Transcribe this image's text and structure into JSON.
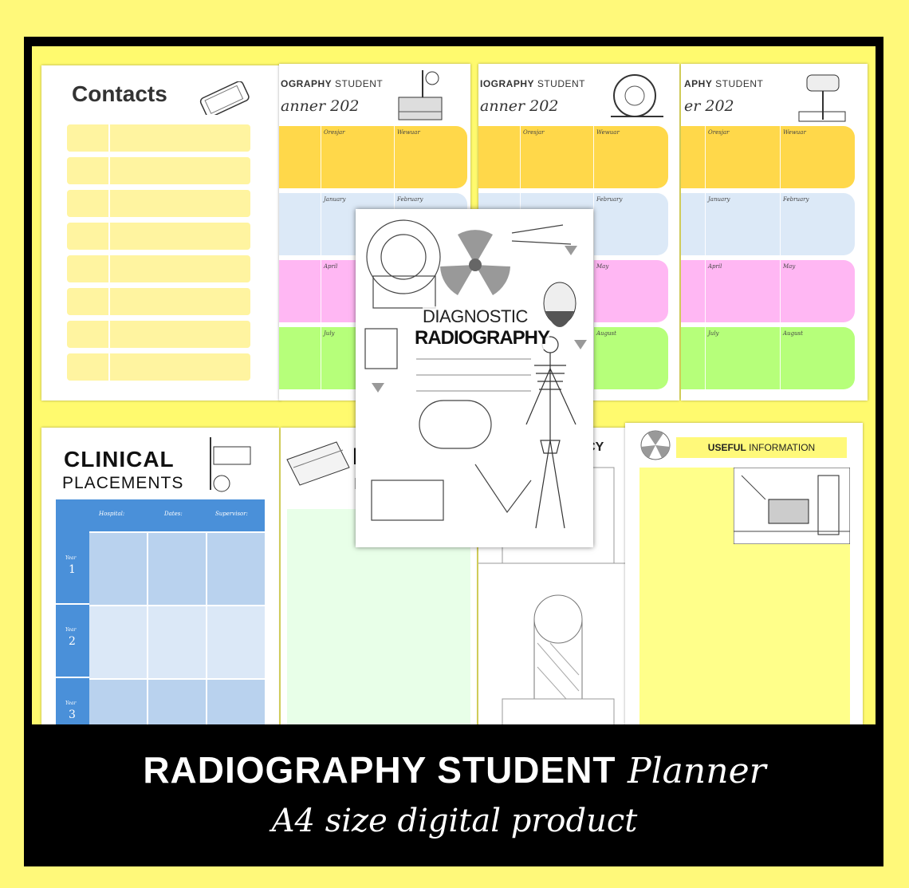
{
  "contacts": {
    "title": "Contacts"
  },
  "planner_pages": [
    {
      "head_bold": "OGRAPHY",
      "head_rest": " STUDENT",
      "sub": "anner 202",
      "months": [
        "",
        "Oresjar",
        "Wewuar",
        "",
        "January",
        "February",
        "",
        "April",
        "",
        "",
        "July",
        ""
      ]
    },
    {
      "head_bold": "IOGRAPHY",
      "head_rest": " STUDENT",
      "sub": "anner 202",
      "months": [
        "",
        "Oresjar",
        "Wewuar",
        "",
        "",
        "February",
        "",
        "",
        "May",
        "",
        "",
        "August"
      ]
    },
    {
      "head_bold": "APHY",
      "head_rest": " STUDENT",
      "sub": "er 202",
      "months": [
        "",
        "Oresjar",
        "Wewuar",
        "",
        "January",
        "February",
        "",
        "April",
        "May",
        "",
        "July",
        "August"
      ]
    }
  ],
  "cover": {
    "line1": "DIAGNOSTIC",
    "line2": "RADIOGRAPHY"
  },
  "clinical": {
    "title1": "CLINICAL",
    "title2": "PLACEMENTS",
    "headers": [
      "Hospital:",
      "Dates:",
      "Supervisor:"
    ],
    "years": [
      {
        "label": "Year",
        "num": "1"
      },
      {
        "label": "Year",
        "num": "2"
      },
      {
        "label": "Year",
        "num": "3"
      }
    ]
  },
  "partial_e": {
    "big": "E",
    "small": "F"
  },
  "partial_cy": {
    "text": "E CY"
  },
  "useful": {
    "bold": "USEFUL",
    "rest": " INFORMATION"
  },
  "banner": {
    "bold": "RADIOGRAPHY STUDENT",
    "script": "Planner",
    "line2": "A4 size digital product"
  },
  "colors": {
    "background": "#fff97a",
    "frame": "#000000",
    "yellow": "#ffd84a",
    "blue": "#dce9f7",
    "pink": "#ffb7f3",
    "green": "#b6ff7a",
    "table_blue": "#4a90d9"
  }
}
